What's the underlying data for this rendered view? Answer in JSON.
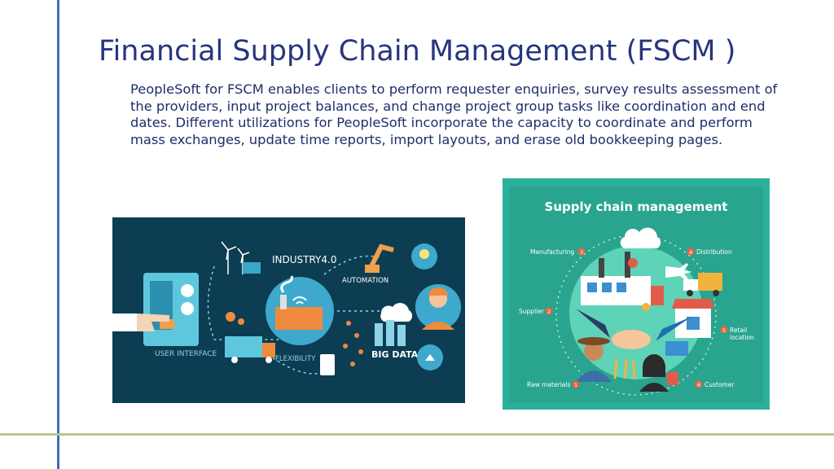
{
  "slide": {
    "title": "Financial Supply Chain Management (FSCM )",
    "body": "PeopleSoft for FSCM enables clients to perform requester enquiries, survey results assessment of the providers, input project balances, and change project group tasks like coordination and end dates. Different utilizations for PeopleSoft incorporate the capacity to coordinate and perform mass exchanges, update time reports, import layouts, and erase old bookkeeping pages."
  },
  "industry_image": {
    "industry_label": "INDUSTRY4.0",
    "automation_label": "AUTOMATION",
    "big_data_label": "BIG DATA",
    "user_interface_label": "USER INTERFACE",
    "flexibility_label": "FLEXIBILITY"
  },
  "scm_image": {
    "heading": "Supply chain management",
    "manufacturing": "Manufacturing",
    "distribution": "Distribution",
    "supplier": "Supplier",
    "retail": "Retail",
    "location": "location",
    "raw_materials": "Raw materials",
    "customer": "Customer",
    "n1": "1",
    "n2": "2",
    "n3": "3",
    "n4": "4",
    "n5": "5",
    "n6": "6"
  },
  "colors": {
    "title": "#27357f",
    "vertical_line": "#3b6fb5",
    "horizontal_line": "#b5c98a",
    "industry_bg": "#0c3d53",
    "scm_bg": "#2bb19b"
  }
}
